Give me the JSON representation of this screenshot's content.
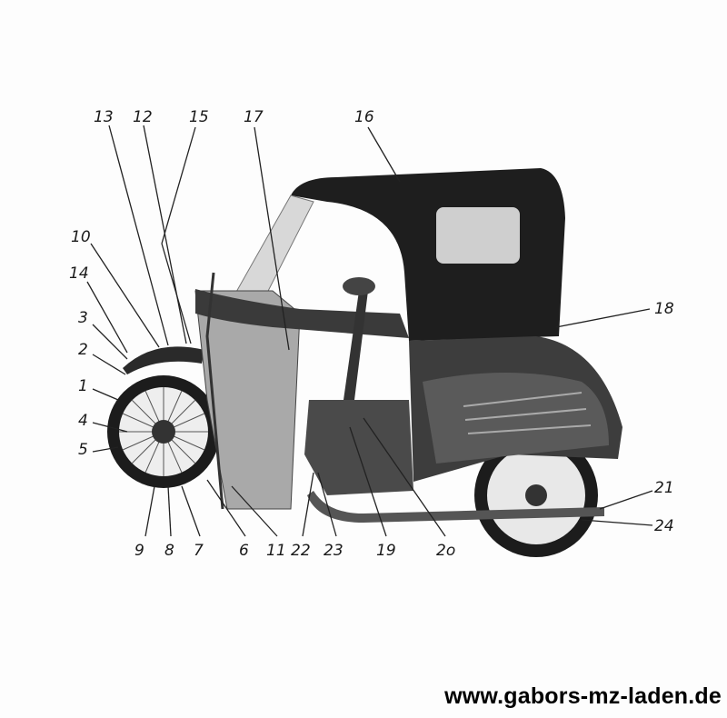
{
  "labels": {
    "l1": "1",
    "l2": "2",
    "l3": "3",
    "l4": "4",
    "l5": "5",
    "l6": "6",
    "l7": "7",
    "l8": "8",
    "l9": "9",
    "l10": "10",
    "l11": "11",
    "l12": "12",
    "l13": "13",
    "l14": "14",
    "l15": "15",
    "l16": "16",
    "l17": "17",
    "l18": "18",
    "l19": "19",
    "l20": "2o",
    "l21": "21",
    "l22": "22",
    "l23": "23",
    "l24": "24"
  },
  "watermark": "www.gabors-mz-laden.de"
}
